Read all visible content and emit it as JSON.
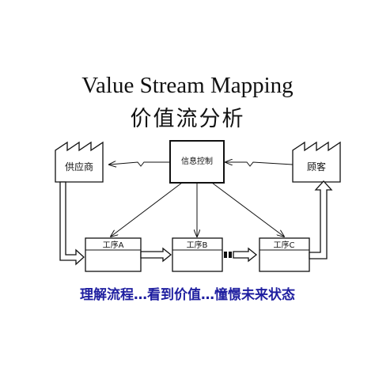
{
  "title": "Value Stream Mapping",
  "subtitle": "价值流分析",
  "nodes": {
    "supplier": "供应商",
    "info_control": "信息控制",
    "customer": "顾客",
    "process_a": "工序A",
    "process_b": "工序B",
    "process_c": "工序C"
  },
  "caption": "理解流程…看到价值…憧憬未来状态",
  "colors": {
    "caption": "#1f1fa0",
    "lines": "#111111"
  }
}
